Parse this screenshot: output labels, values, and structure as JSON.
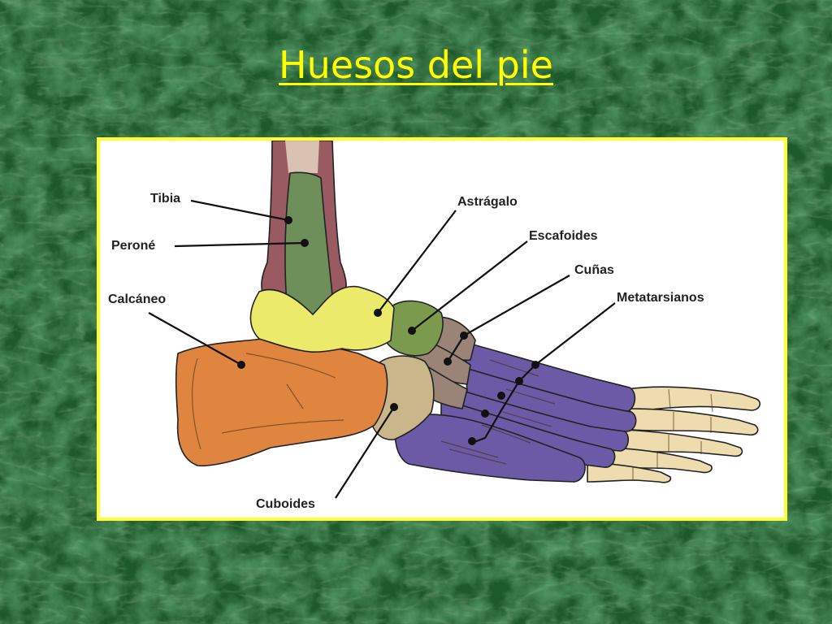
{
  "title": "Huesos del pie",
  "colors": {
    "background": "#1f5e2d",
    "title": "#ffff00",
    "frame_border": "#ffff33",
    "tibia": "#9a5a62",
    "perone": "#6f8f5a",
    "astragalo": "#ecea6a",
    "escafoides": "#7c9a4e",
    "calcaneo": "#e08540",
    "cuboides": "#c9b68a",
    "cunas": "#9a8478",
    "metatarsianos": "#6d5aa6",
    "falanges": "#eedcae"
  },
  "labels": {
    "tibia": "Tibia",
    "perone": "Peroné",
    "calcaneo": "Calcáneo",
    "astragalo": "Astrágalo",
    "escafoides": "Escafoides",
    "cunas": "Cuñas",
    "metatarsianos": "Metatarsianos",
    "cuboides": "Cuboides"
  }
}
